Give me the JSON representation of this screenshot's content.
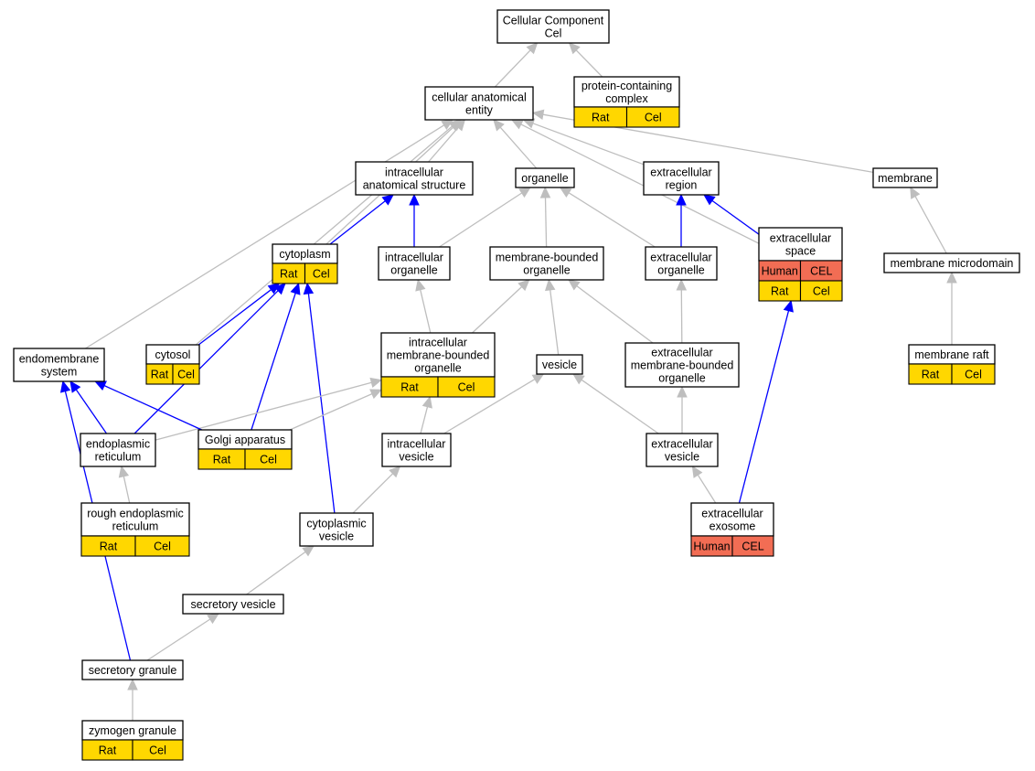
{
  "colors": {
    "rat_tag": "#ffd700",
    "human_tag": "#f26d54",
    "is_a_edge": "#bebebe",
    "part_of_edge": "#0000ff"
  },
  "nodes": {
    "cellular_component": {
      "lines": [
        "Cellular Component",
        "Cel"
      ]
    },
    "protein_containing_complex": {
      "lines": [
        "protein-containing",
        "complex"
      ],
      "tags": [
        [
          "Rat",
          "Cel"
        ]
      ]
    },
    "cellular_anatomical_entity": {
      "lines": [
        "cellular anatomical",
        "entity"
      ]
    },
    "intracellular_anatomical_structure": {
      "lines": [
        "intracellular",
        "anatomical structure"
      ]
    },
    "organelle": {
      "lines": [
        "organelle"
      ]
    },
    "extracellular_region": {
      "lines": [
        "extracellular",
        "region"
      ]
    },
    "membrane": {
      "lines": [
        "membrane"
      ]
    },
    "cytoplasm": {
      "lines": [
        "cytoplasm"
      ],
      "tags": [
        [
          "Rat",
          "Cel"
        ]
      ]
    },
    "intracellular_organelle": {
      "lines": [
        "intracellular",
        "organelle"
      ]
    },
    "membrane_bounded_organelle": {
      "lines": [
        "membrane-bounded",
        "organelle"
      ]
    },
    "extracellular_organelle": {
      "lines": [
        "extracellular",
        "organelle"
      ]
    },
    "extracellular_space": {
      "lines": [
        "extracellular",
        "space"
      ],
      "tags": [
        [
          "Human",
          "CEL"
        ],
        [
          "Rat",
          "Cel"
        ]
      ]
    },
    "membrane_microdomain": {
      "lines": [
        "membrane microdomain"
      ]
    },
    "endomembrane_system": {
      "lines": [
        "endomembrane",
        "system"
      ]
    },
    "cytosol": {
      "lines": [
        "cytosol"
      ],
      "tags": [
        [
          "Rat",
          "Cel"
        ]
      ]
    },
    "intracellular_membrane_bounded_organelle": {
      "lines": [
        "intracellular",
        "membrane-bounded",
        "organelle"
      ],
      "tags": [
        [
          "Rat",
          "Cel"
        ]
      ]
    },
    "vesicle": {
      "lines": [
        "vesicle"
      ]
    },
    "extracellular_membrane_bounded_organelle": {
      "lines": [
        "extracellular",
        "membrane-bounded",
        "organelle"
      ]
    },
    "membrane_raft": {
      "lines": [
        "membrane raft"
      ],
      "tags": [
        [
          "Rat",
          "Cel"
        ]
      ]
    },
    "endoplasmic_reticulum": {
      "lines": [
        "endoplasmic",
        "reticulum"
      ]
    },
    "golgi_apparatus": {
      "lines": [
        "Golgi apparatus"
      ],
      "tags": [
        [
          "Rat",
          "Cel"
        ]
      ]
    },
    "intracellular_vesicle": {
      "lines": [
        "intracellular",
        "vesicle"
      ]
    },
    "extracellular_vesicle": {
      "lines": [
        "extracellular",
        "vesicle"
      ]
    },
    "rough_endoplasmic_reticulum": {
      "lines": [
        "rough endoplasmic",
        "reticulum"
      ],
      "tags": [
        [
          "Rat",
          "Cel"
        ]
      ]
    },
    "cytoplasmic_vesicle": {
      "lines": [
        "cytoplasmic",
        "vesicle"
      ]
    },
    "extracellular_exosome": {
      "lines": [
        "extracellular",
        "exosome"
      ],
      "tags": [
        [
          "Human",
          "CEL"
        ]
      ]
    },
    "secretory_vesicle": {
      "lines": [
        "secretory vesicle"
      ]
    },
    "secretory_granule": {
      "lines": [
        "secretory granule"
      ]
    },
    "zymogen_granule": {
      "lines": [
        "zymogen granule"
      ],
      "tags": [
        [
          "Rat",
          "Cel"
        ]
      ]
    }
  },
  "edges": [
    {
      "from": "cellular_anatomical_entity",
      "to": "cellular_component",
      "type": "is_a"
    },
    {
      "from": "protein_containing_complex",
      "to": "cellular_component",
      "type": "is_a"
    },
    {
      "from": "intracellular_anatomical_structure",
      "to": "cellular_anatomical_entity",
      "type": "is_a"
    },
    {
      "from": "organelle",
      "to": "cellular_anatomical_entity",
      "type": "is_a"
    },
    {
      "from": "extracellular_region",
      "to": "cellular_anatomical_entity",
      "type": "is_a"
    },
    {
      "from": "membrane",
      "to": "cellular_anatomical_entity",
      "type": "is_a"
    },
    {
      "from": "cytoplasm",
      "to": "cellular_anatomical_entity",
      "type": "is_a"
    },
    {
      "from": "cytosol",
      "to": "cellular_anatomical_entity",
      "type": "is_a"
    },
    {
      "from": "endomembrane_system",
      "to": "cellular_anatomical_entity",
      "type": "is_a"
    },
    {
      "from": "extracellular_space",
      "to": "cellular_anatomical_entity",
      "type": "is_a"
    },
    {
      "from": "cytoplasm",
      "to": "intracellular_anatomical_structure",
      "type": "part_of"
    },
    {
      "from": "intracellular_organelle",
      "to": "intracellular_anatomical_structure",
      "type": "part_of"
    },
    {
      "from": "intracellular_organelle",
      "to": "organelle",
      "type": "is_a"
    },
    {
      "from": "membrane_bounded_organelle",
      "to": "organelle",
      "type": "is_a"
    },
    {
      "from": "extracellular_organelle",
      "to": "organelle",
      "type": "is_a"
    },
    {
      "from": "extracellular_organelle",
      "to": "extracellular_region",
      "type": "part_of"
    },
    {
      "from": "extracellular_space",
      "to": "extracellular_region",
      "type": "part_of"
    },
    {
      "from": "membrane_microdomain",
      "to": "membrane",
      "type": "is_a"
    },
    {
      "from": "membrane_raft",
      "to": "membrane_microdomain",
      "type": "is_a"
    },
    {
      "from": "cytosol",
      "to": "cytoplasm",
      "type": "part_of"
    },
    {
      "from": "endoplasmic_reticulum",
      "to": "cytoplasm",
      "type": "part_of"
    },
    {
      "from": "golgi_apparatus",
      "to": "cytoplasm",
      "type": "part_of"
    },
    {
      "from": "cytoplasmic_vesicle",
      "to": "cytoplasm",
      "type": "part_of"
    },
    {
      "from": "intracellular_membrane_bounded_organelle",
      "to": "intracellular_organelle",
      "type": "is_a"
    },
    {
      "from": "intracellular_membrane_bounded_organelle",
      "to": "membrane_bounded_organelle",
      "type": "is_a"
    },
    {
      "from": "vesicle",
      "to": "membrane_bounded_organelle",
      "type": "is_a"
    },
    {
      "from": "extracellular_membrane_bounded_organelle",
      "to": "membrane_bounded_organelle",
      "type": "is_a"
    },
    {
      "from": "extracellular_membrane_bounded_organelle",
      "to": "extracellular_organelle",
      "type": "is_a"
    },
    {
      "from": "endoplasmic_reticulum",
      "to": "intracellular_membrane_bounded_organelle",
      "type": "is_a"
    },
    {
      "from": "golgi_apparatus",
      "to": "intracellular_membrane_bounded_organelle",
      "type": "is_a"
    },
    {
      "from": "intracellular_vesicle",
      "to": "intracellular_membrane_bounded_organelle",
      "type": "is_a"
    },
    {
      "from": "intracellular_vesicle",
      "to": "vesicle",
      "type": "is_a"
    },
    {
      "from": "extracellular_vesicle",
      "to": "vesicle",
      "type": "is_a"
    },
    {
      "from": "extracellular_vesicle",
      "to": "extracellular_membrane_bounded_organelle",
      "type": "is_a"
    },
    {
      "from": "endoplasmic_reticulum",
      "to": "endomembrane_system",
      "type": "part_of"
    },
    {
      "from": "golgi_apparatus",
      "to": "endomembrane_system",
      "type": "part_of"
    },
    {
      "from": "secretory_granule",
      "to": "endomembrane_system",
      "type": "part_of"
    },
    {
      "from": "rough_endoplasmic_reticulum",
      "to": "endoplasmic_reticulum",
      "type": "is_a"
    },
    {
      "from": "cytoplasmic_vesicle",
      "to": "intracellular_vesicle",
      "type": "is_a"
    },
    {
      "from": "extracellular_exosome",
      "to": "extracellular_vesicle",
      "type": "is_a"
    },
    {
      "from": "extracellular_exosome",
      "to": "extracellular_space",
      "type": "part_of"
    },
    {
      "from": "secretory_vesicle",
      "to": "cytoplasmic_vesicle",
      "type": "is_a"
    },
    {
      "from": "secretory_granule",
      "to": "secretory_vesicle",
      "type": "is_a"
    },
    {
      "from": "zymogen_granule",
      "to": "secretory_granule",
      "type": "is_a"
    }
  ]
}
